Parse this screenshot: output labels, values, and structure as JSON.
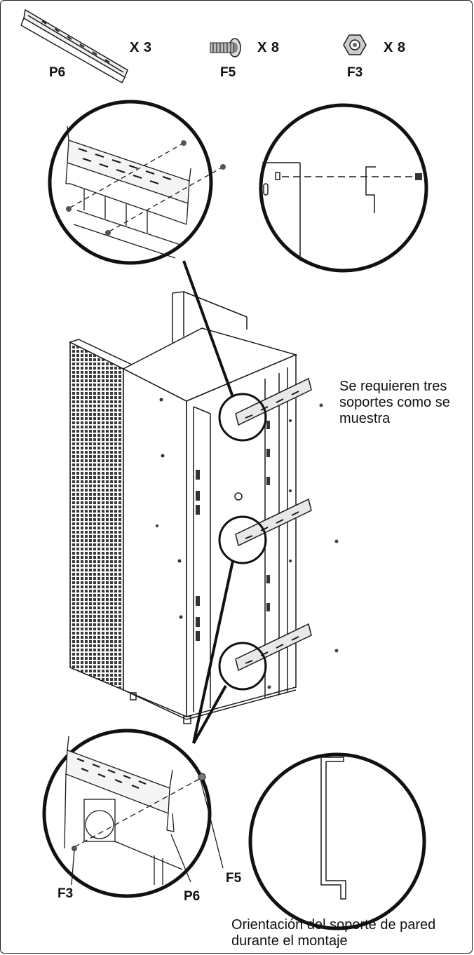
{
  "parts": [
    {
      "id": "P6",
      "label": "P6",
      "qty": "X 3",
      "icon": "bracket-icon"
    },
    {
      "id": "F5",
      "label": "F5",
      "qty": "X 8",
      "icon": "bolt-icon"
    },
    {
      "id": "F3",
      "label": "F3",
      "qty": "X 8",
      "icon": "nut-icon"
    }
  ],
  "callouts": {
    "note": "Se requieren tres soportes como se muestra",
    "orientation": "Orientación del soporte de pared durante el montaje",
    "f5": "F5",
    "f3": "F3",
    "p6": "P6"
  },
  "colors": {
    "line": "#1a1a1a",
    "frame": "#222222",
    "background": "#ffffff"
  }
}
